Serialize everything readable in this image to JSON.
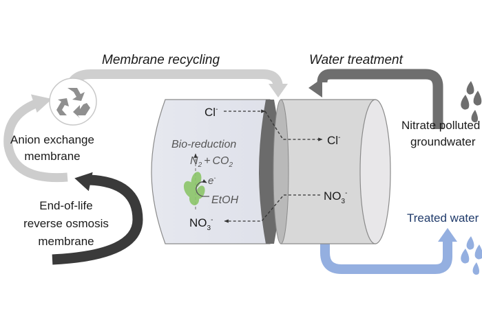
{
  "diagram": {
    "title_recycling": "Membrane recycling",
    "title_treatment": "Water treatment",
    "left_top_label": [
      "Anion exchange",
      "membrane"
    ],
    "left_bottom_label": [
      "End-of-life",
      "reverse osmosis",
      "membrane"
    ],
    "right_top_label": [
      "Nitrate polluted",
      "groundwater"
    ],
    "right_bottom_label": "Treated water",
    "cylinder": {
      "left_chamber": {
        "chloride_ion": "Cl",
        "process_label": "Bio-reduction",
        "products": {
          "n2": "N",
          "n2_sub": "2",
          "plus": "+",
          "co2": "CO",
          "co2_sub": "2"
        },
        "electron": "e",
        "electron_sup": "-",
        "donor": "EtOH",
        "nitrate_ion": "NO",
        "nitrate_sub": "3",
        "nitrate_sup": "-"
      },
      "right_chamber": {
        "chloride_ion": "Cl",
        "chloride_sup": "-",
        "nitrate_ion": "NO",
        "nitrate_sub": "3",
        "nitrate_sup": "-"
      }
    },
    "icons": [
      "recycle-icon",
      "water-droplets-icon",
      "bacteria-icon"
    ],
    "colors": {
      "recycling_arrow": "#cfcfcf",
      "treatment_arrow": "#6f6f6f",
      "eol_arrow": "#3c3c3c",
      "treated_arrow": "#94afe0",
      "treated_text": "#1f3a6a",
      "membrane": "#6b6b6b",
      "left_chamber": "#e4e6ee",
      "right_chamber": "#d6d6d6",
      "bacteria": "#8cc56a"
    }
  }
}
